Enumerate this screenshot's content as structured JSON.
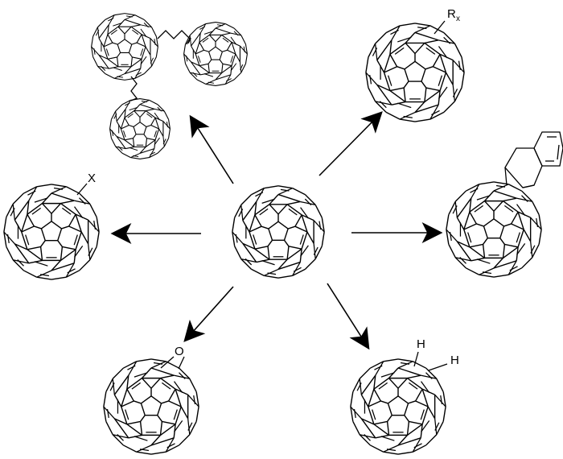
{
  "center": {
    "name": "C60 fullerene"
  },
  "substituents": {
    "rx": {
      "main": "R",
      "sub": "x"
    },
    "x": "X",
    "o": "O",
    "h1": "H",
    "h2": "H"
  },
  "colors": {
    "ink": "#000000",
    "background": "#ffffff"
  }
}
